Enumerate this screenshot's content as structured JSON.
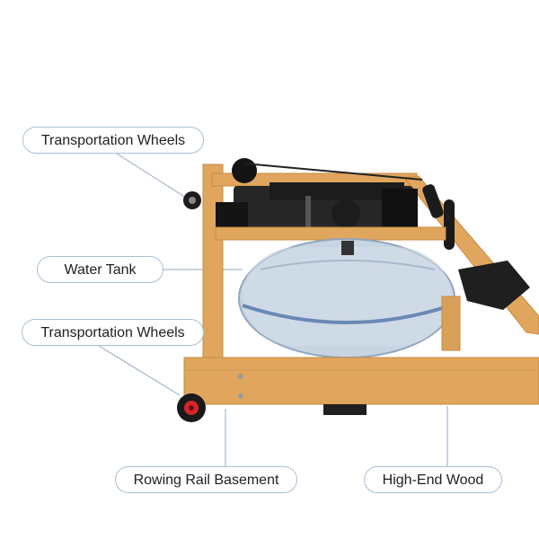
{
  "callouts": {
    "transport_wheels_top": "Transportation Wheels",
    "water_tank": "Water Tank",
    "transport_wheels_bottom": "Transportation Wheels",
    "rowing_rail_basement": "Rowing Rail Basement",
    "high_end_wood": "High-End Wood"
  },
  "colors": {
    "wood": "#e0a65e",
    "wood_dark": "#c9893f",
    "metal": "#1c1c1c",
    "tank": "#c5d3e2",
    "tank_band": "#6a88b5",
    "leader_line": "#8fa9c4",
    "wheel_hub": "#d4262a"
  }
}
